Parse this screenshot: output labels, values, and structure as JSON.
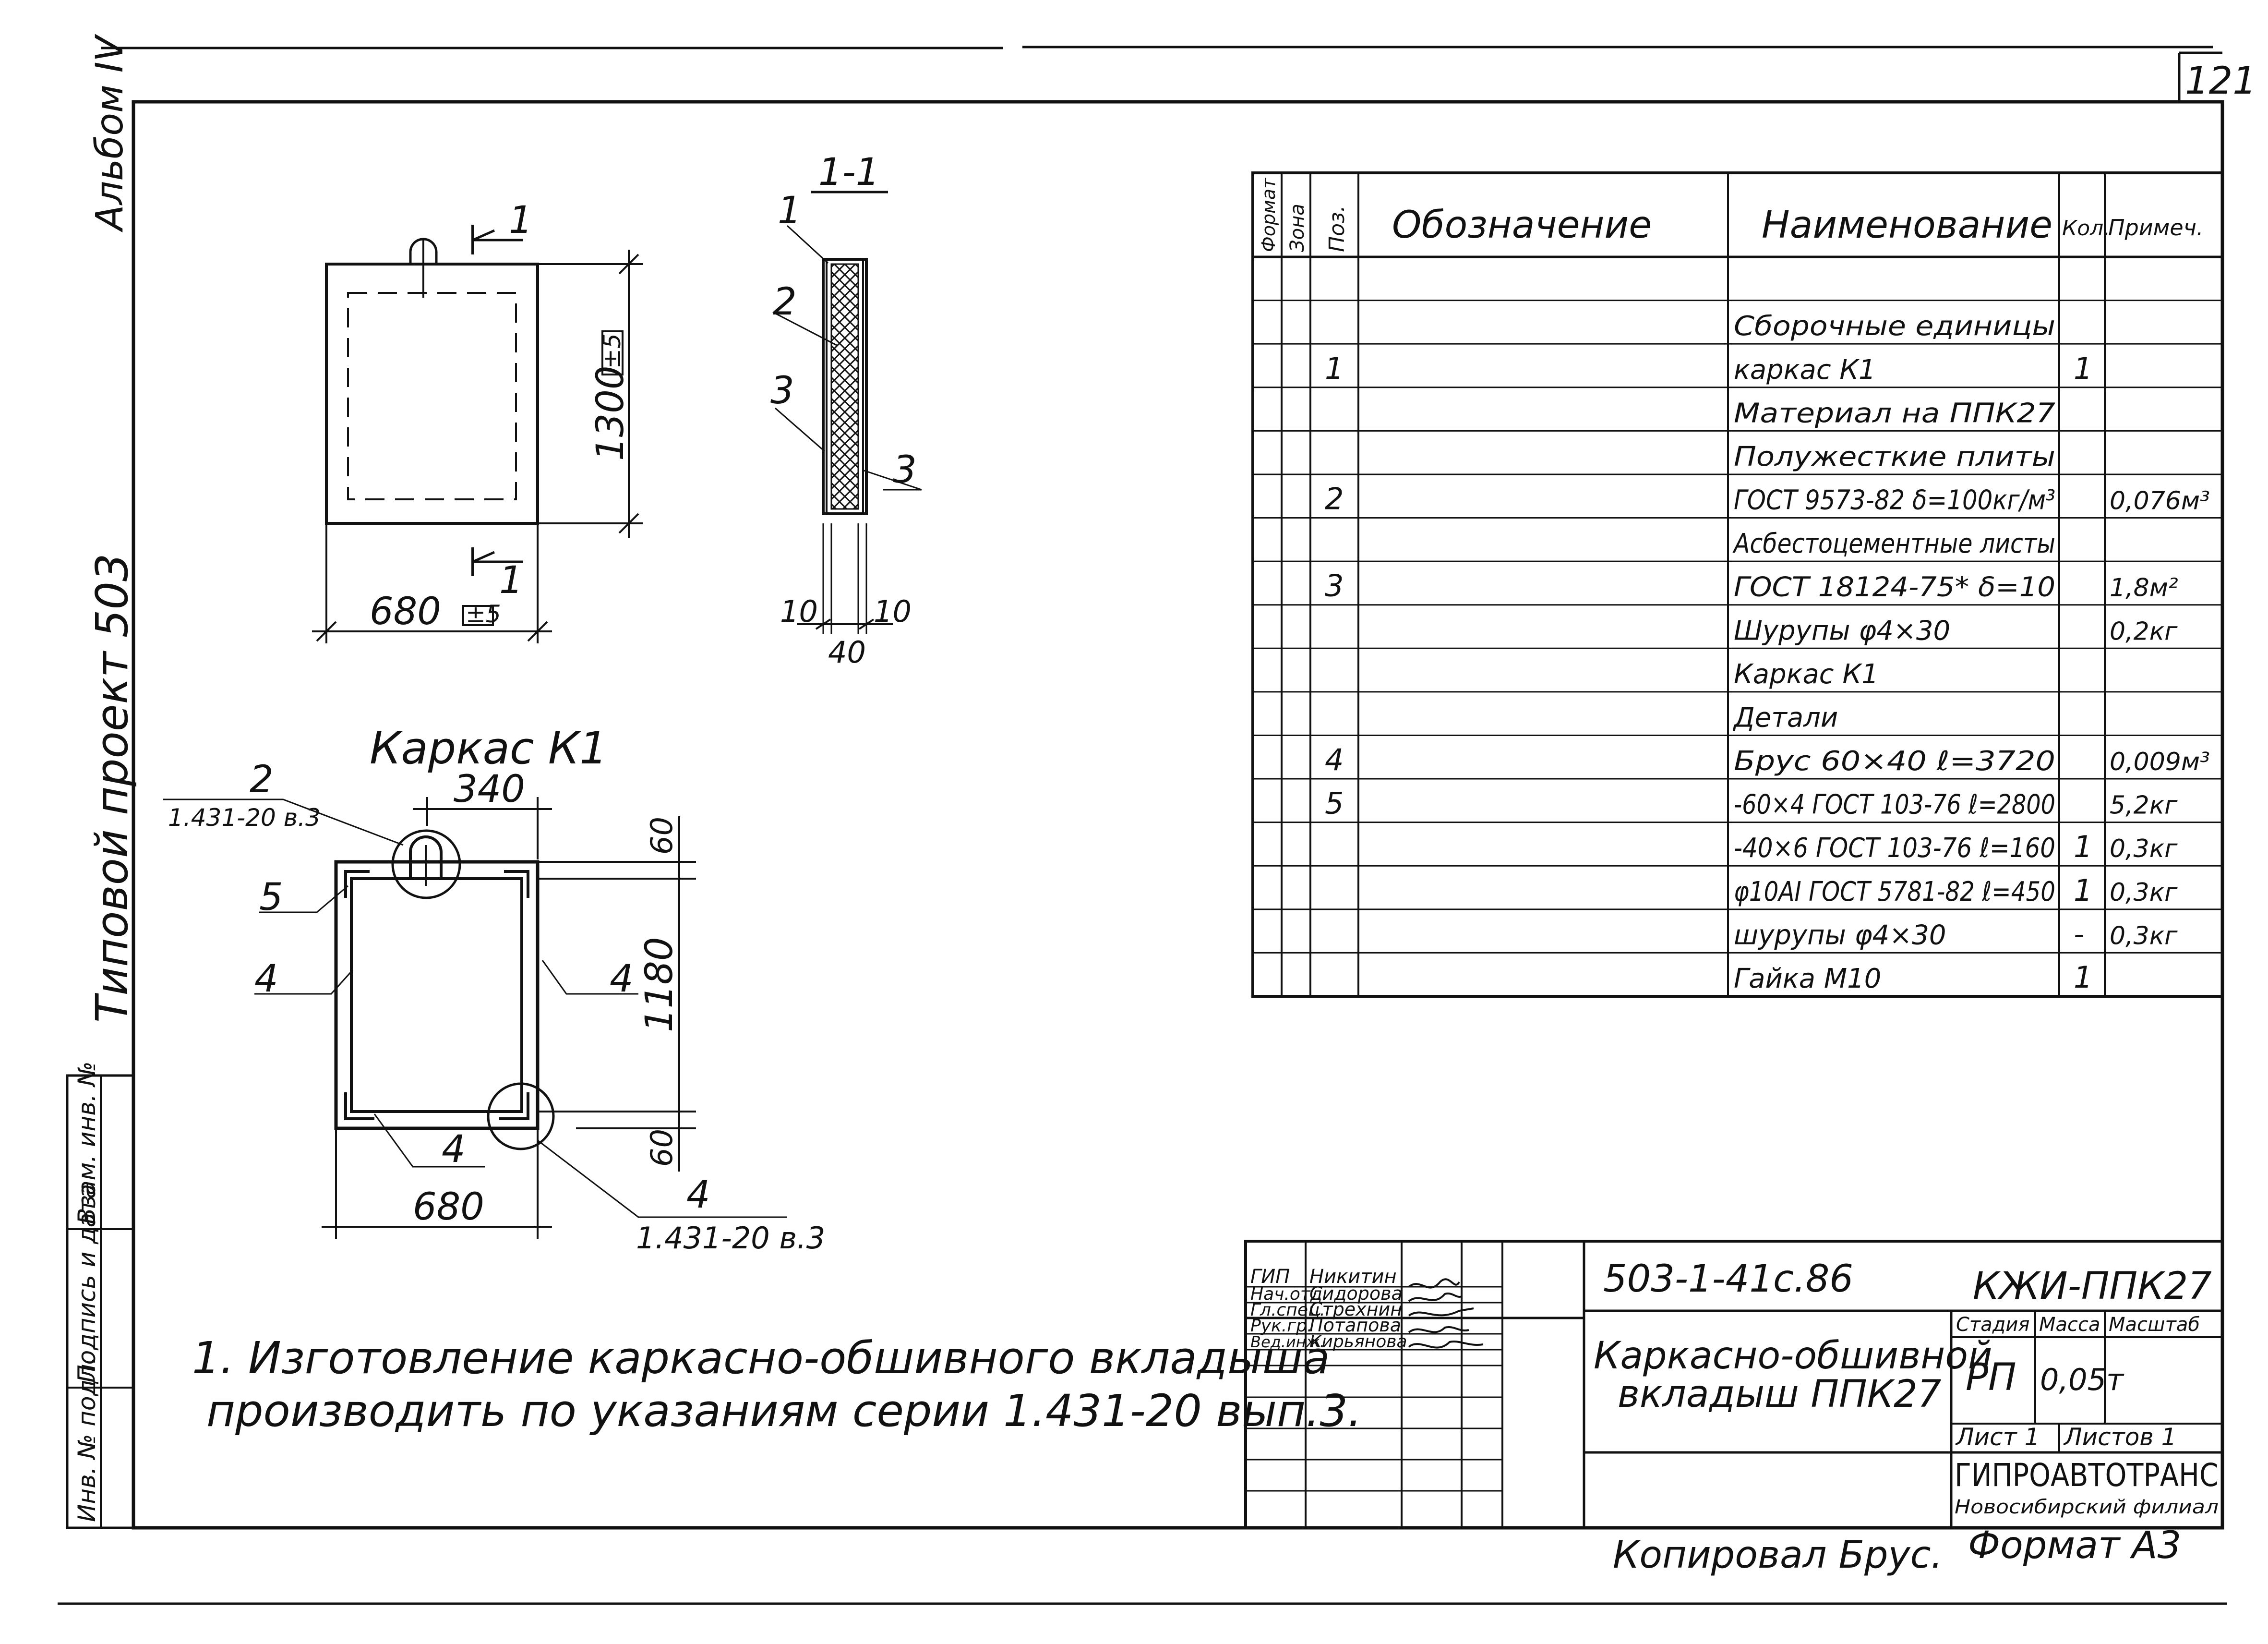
{
  "page_number": "121",
  "side_album": "Альбом IV",
  "side_project": "Типовой проект 503",
  "side_stamp": [
    "Инв. № подл.",
    "Подпись и дата",
    "Взам. инв. №"
  ],
  "section_view": {
    "title": "1-1",
    "callouts": [
      "1",
      "2",
      "3",
      "3"
    ],
    "dims": [
      "10",
      "10",
      "40"
    ]
  },
  "panel_view": {
    "section_mark_top": "1",
    "section_mark_bottom": "1",
    "height_dim": "1300",
    "height_tol": "±5",
    "width_dim": "680",
    "width_tol": "±5"
  },
  "frame_view": {
    "title": "Каркас К1",
    "callout_2": "2",
    "ref_top": "1.431-20 в.3",
    "dim_top": "340",
    "dim_top_right": "60",
    "dim_right": "1180",
    "dim_bottom_right": "60",
    "dim_bottom": "680",
    "callout_5": "5",
    "callout_4_left": "4",
    "callout_4_right": "4",
    "callout_4_bottom": "4",
    "callout_4_ref": "4",
    "ref_bottom": "1.431-20 в.3"
  },
  "spec_table": {
    "headers": {
      "format": "Формат",
      "zone": "Зона",
      "pos": "Поз.",
      "designation": "Обозначение",
      "name": "Наименование",
      "qty": "Кол.",
      "note": "Примеч."
    },
    "rows": [
      {
        "pos": "",
        "name": "Сборочные единицы",
        "qty": "",
        "note": ""
      },
      {
        "pos": "1",
        "name": "каркас К1",
        "qty": "1",
        "note": ""
      },
      {
        "pos": "",
        "name": "Материал на ППК27",
        "qty": "",
        "note": ""
      },
      {
        "pos": "",
        "name": "Полужесткие плиты",
        "qty": "",
        "note": ""
      },
      {
        "pos": "2",
        "name": "ГОСТ 9573-82 δ=100кг/м³",
        "qty": "",
        "note": "0,076м³"
      },
      {
        "pos": "",
        "name": "Асбестоцементные листы",
        "qty": "",
        "note": ""
      },
      {
        "pos": "3",
        "name": "ГОСТ 18124-75* δ=10",
        "qty": "",
        "note": "1,8м²"
      },
      {
        "pos": "",
        "name": "Шурупы φ4×30",
        "qty": "",
        "note": "0,2кг"
      },
      {
        "pos": "",
        "name": "Каркас К1",
        "qty": "",
        "note": ""
      },
      {
        "pos": "",
        "name": "Детали",
        "qty": "",
        "note": ""
      },
      {
        "pos": "4",
        "name": "Брус 60×40 ℓ=3720",
        "qty": "",
        "note": "0,009м³"
      },
      {
        "pos": "5",
        "name": "-60×4 ГОСТ 103-76 ℓ=2800",
        "qty": "",
        "note": "5,2кг"
      },
      {
        "pos": "",
        "name": "-40×6 ГОСТ 103-76 ℓ=160",
        "qty": "1",
        "note": "0,3кг"
      },
      {
        "pos": "",
        "name": "φ10АI ГОСТ 5781-82 ℓ=450",
        "qty": "1",
        "note": "0,3кг"
      },
      {
        "pos": "",
        "name": "шурупы φ4×30",
        "qty": "-",
        "note": "0,3кг"
      },
      {
        "pos": "",
        "name": "Гайка М10",
        "qty": "1",
        "note": ""
      }
    ]
  },
  "note": {
    "line1": "1. Изготовление каркасно-обшивного вкладыша",
    "line2": "производить по указаниям серии 1.431-20 вып.3."
  },
  "title_block": {
    "people": [
      {
        "role": "ГИП",
        "name": "Никитин"
      },
      {
        "role": "Нач.отд.",
        "name": "Сидорова"
      },
      {
        "role": "Гл.спец.",
        "name": "Стрехнин"
      },
      {
        "role": "Рук.гр.",
        "name": "Потапова"
      },
      {
        "role": "Вед.инж.",
        "name": "Кирьянова"
      }
    ],
    "code": "503-1-41с.86",
    "mark": "КЖИ-ППК27",
    "drawing_title_1": "Каркасно-обшивной",
    "drawing_title_2": "вкладыш ППК27",
    "stage_label": "Стадия",
    "mass_label": "Масса",
    "scale_label": "Масштаб",
    "stage": "РП",
    "mass": "0,05т",
    "sheet": "Лист 1",
    "sheets": "Листов 1",
    "org": "ГИПРОАВТОТРАНС",
    "branch": "Новосибирский филиал"
  },
  "copied_by": "Копировал Брус.",
  "format": "Формат А3"
}
